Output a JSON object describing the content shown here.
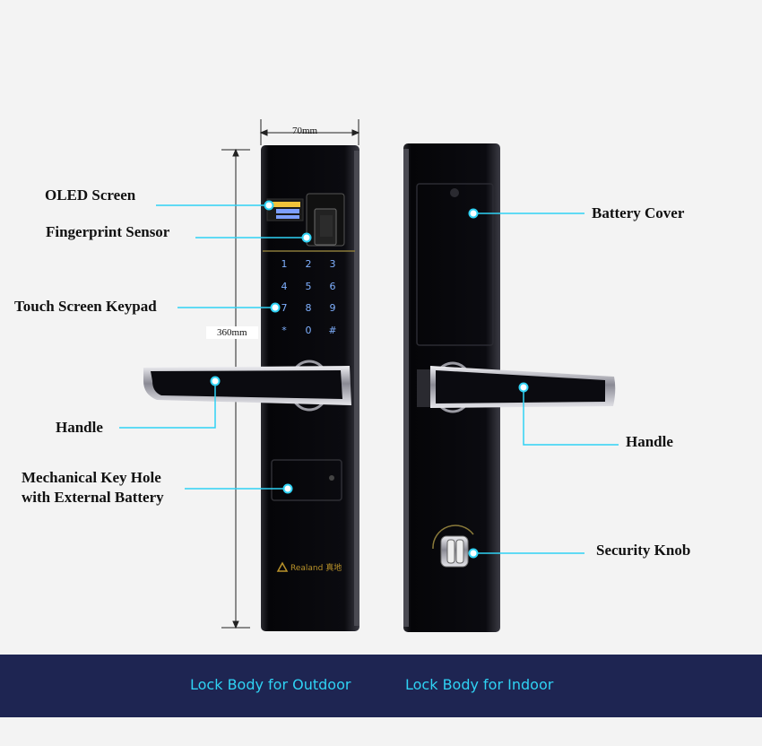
{
  "dimensions": {
    "width_label": "70mm",
    "height_label": "360mm"
  },
  "outdoor": {
    "oled_screen": "OLED Screen",
    "fingerprint_sensor": "Fingerprint Sensor",
    "touch_keypad": "Touch Screen Keypad",
    "handle": "Handle",
    "key_hole_line1": "Mechanical Key Hole",
    "key_hole_line2": "with External Battery",
    "keys": [
      "1",
      "2",
      "3",
      "4",
      "5",
      "6",
      "7",
      "8",
      "9",
      "*",
      "0",
      "#"
    ],
    "brand": "Realand 真地"
  },
  "indoor": {
    "battery_cover": "Battery Cover",
    "handle": "Handle",
    "security_knob": "Security Knob"
  },
  "footer": {
    "outdoor_label": "Lock Body for Outdoor",
    "indoor_label": "Lock Body for Indoor"
  },
  "colors": {
    "accent": "#2fd2f4",
    "band": "#1e2552",
    "lock_body": "#0a0a0e"
  }
}
